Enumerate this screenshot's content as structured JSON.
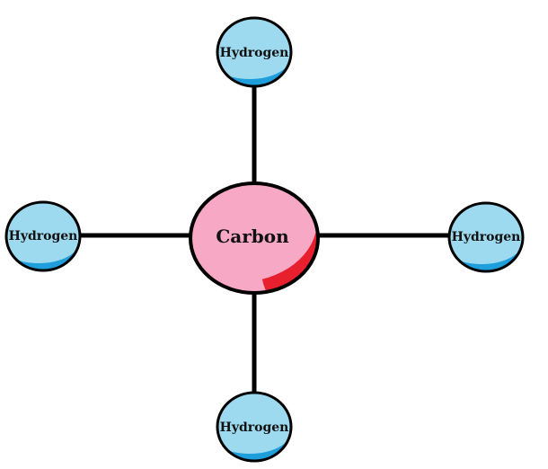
{
  "molecule": {
    "center": {
      "label": "Carbon",
      "color": "#f7a8c4",
      "shade_color": "#e8202e"
    },
    "bonded": [
      {
        "position": "top",
        "label": "Hydrogen"
      },
      {
        "position": "left",
        "label": "Hydrogen"
      },
      {
        "position": "right",
        "label": "Hydrogen"
      },
      {
        "position": "bottom",
        "label": "Hydrogen"
      }
    ],
    "bonded_color": "#9ddaf0",
    "bonded_shade_color": "#1e9fdc",
    "bond_color": "#000000"
  }
}
